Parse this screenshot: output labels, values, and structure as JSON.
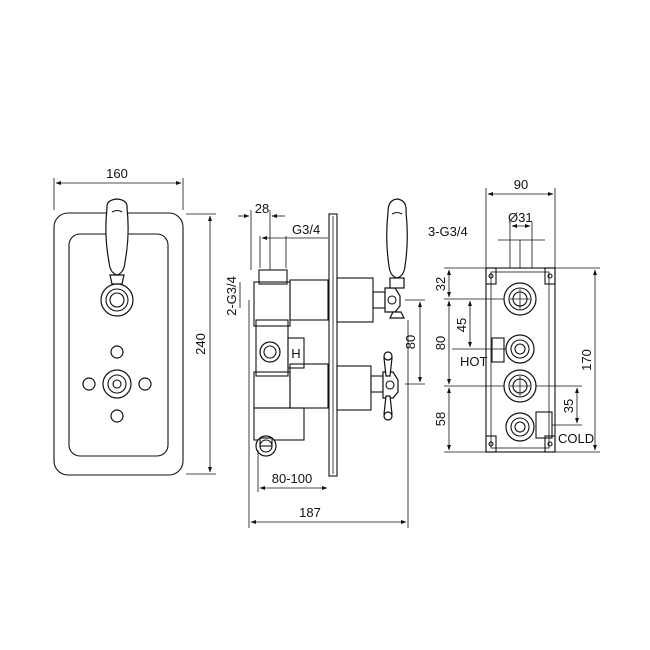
{
  "front_view": {
    "width_dim": "160",
    "height_dim": "240"
  },
  "side_view": {
    "dim_28": "28",
    "inlet_thread": "G3/4",
    "outlet_thread": "2-G3/4",
    "hot_mark": "H",
    "spacing_dim": "80",
    "wall_depth_dim": "80-100",
    "overall_depth_dim": "187"
  },
  "back_view": {
    "width_dim": "90",
    "bore_dim": "Ø31",
    "ports_thread": "3-G3/4",
    "dim_32": "32",
    "dim_45": "45",
    "dim_80": "80",
    "dim_58": "58",
    "dim_35": "35",
    "height_dim": "170",
    "hot_label": "HOT",
    "cold_label": "COLD"
  },
  "colors": {
    "line": "#111111",
    "background": "#ffffff"
  }
}
